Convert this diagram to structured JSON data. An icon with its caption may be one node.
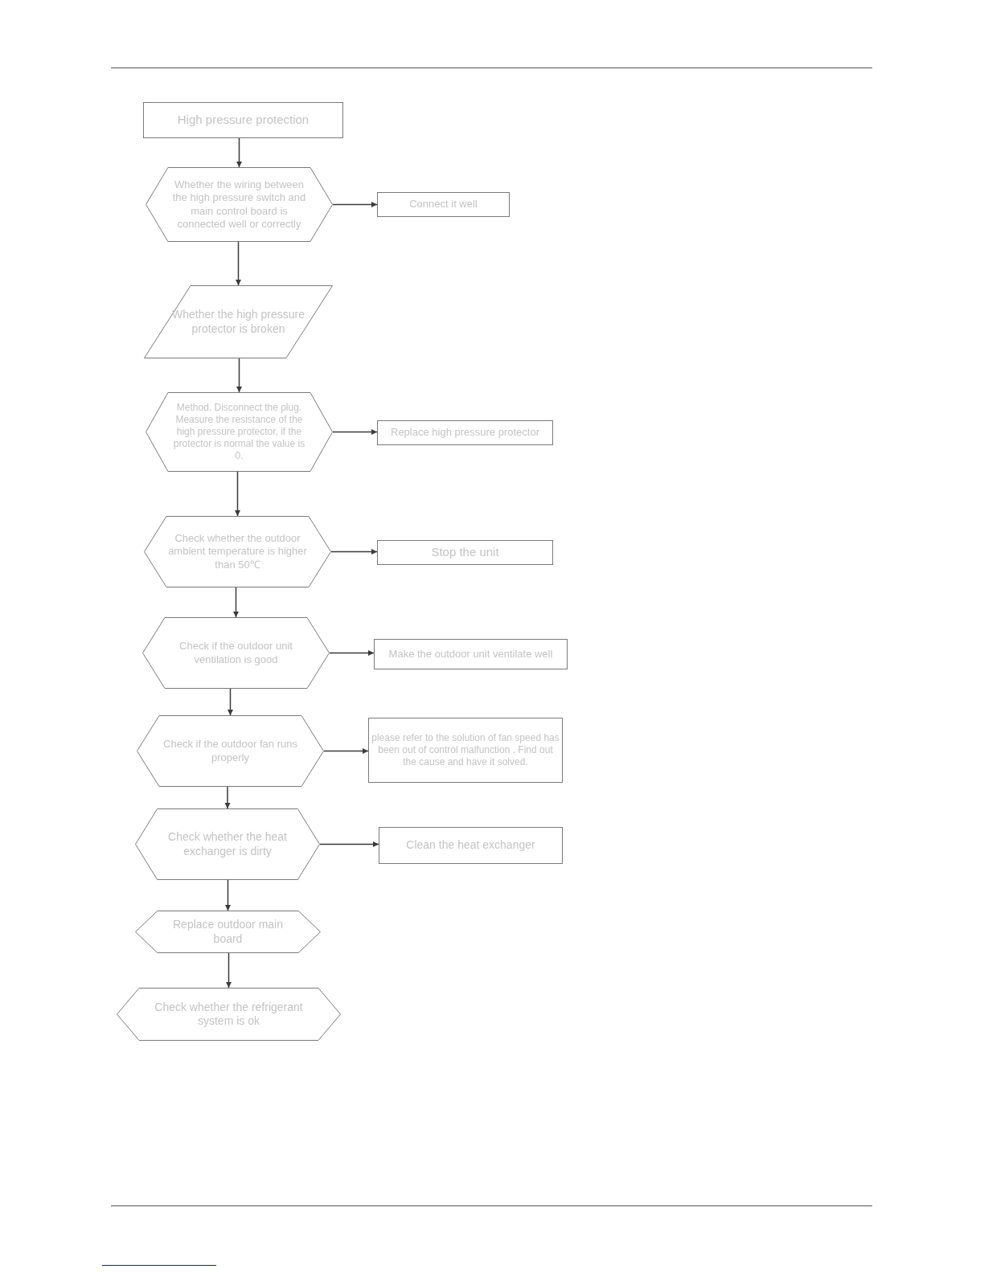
{
  "diagram": {
    "nodes": [
      {
        "text": [
          "High pressure protection"
        ]
      },
      {
        "text": [
          "Whether the wiring between the high pressure switch and main control board is connected well or correctly"
        ]
      },
      {
        "text": [
          "Connect it well"
        ]
      },
      {
        "text": [
          "Whether the high pressure protector is broken"
        ]
      },
      {
        "text": [
          "Method. Disconnect the plug. Measure the resistance of the high pressure protector, if the protector is normal the value is 0."
        ]
      },
      {
        "text": [
          "Replace high pressure protector"
        ]
      },
      {
        "text": [
          "Check whether the outdoor ambient temperature is higher than 50℃"
        ]
      },
      {
        "text": [
          "Stop the unit"
        ]
      },
      {
        "text": [
          "Check if the outdoor unit ventilation is good"
        ]
      },
      {
        "text": [
          "Make the outdoor unit ventilate well"
        ]
      },
      {
        "text": [
          "Check if the outdoor fan runs properly"
        ]
      },
      {
        "text": [
          "please refer to the solution of fan speed has been out of control malfunction . Find out the cause and have it solved."
        ]
      },
      {
        "text": [
          "Check whether the heat exchanger is dirty"
        ]
      },
      {
        "text": [
          "Clean the heat exchanger"
        ]
      },
      {
        "text": [
          "Replace outdoor main board"
        ]
      },
      {
        "text": [
          "Check whether the refrigerant system is ok"
        ]
      }
    ],
    "edges": [
      {
        "from": 0,
        "to": 1,
        "arrow": "to"
      },
      {
        "from": 1,
        "to": 2,
        "arrow": "to"
      },
      {
        "from": 1,
        "to": 3,
        "arrow": "to"
      },
      {
        "from": 3,
        "to": 4,
        "arrow": "to"
      },
      {
        "from": 4,
        "to": 5,
        "arrow": "to"
      },
      {
        "from": 4,
        "to": 6,
        "arrow": "to"
      },
      {
        "from": 6,
        "to": 7,
        "arrow": "to"
      },
      {
        "from": 6,
        "to": 8,
        "arrow": "to"
      },
      {
        "from": 8,
        "to": 9,
        "arrow": "to"
      },
      {
        "from": 8,
        "to": 10,
        "arrow": "to"
      },
      {
        "from": 10,
        "to": 11,
        "arrow": "to"
      },
      {
        "from": 10,
        "to": 12,
        "arrow": "to"
      },
      {
        "from": 12,
        "to": 13,
        "arrow": "to"
      },
      {
        "from": 12,
        "to": 14,
        "arrow": "to"
      },
      {
        "from": 14,
        "to": 15,
        "arrow": "to"
      }
    ]
  }
}
